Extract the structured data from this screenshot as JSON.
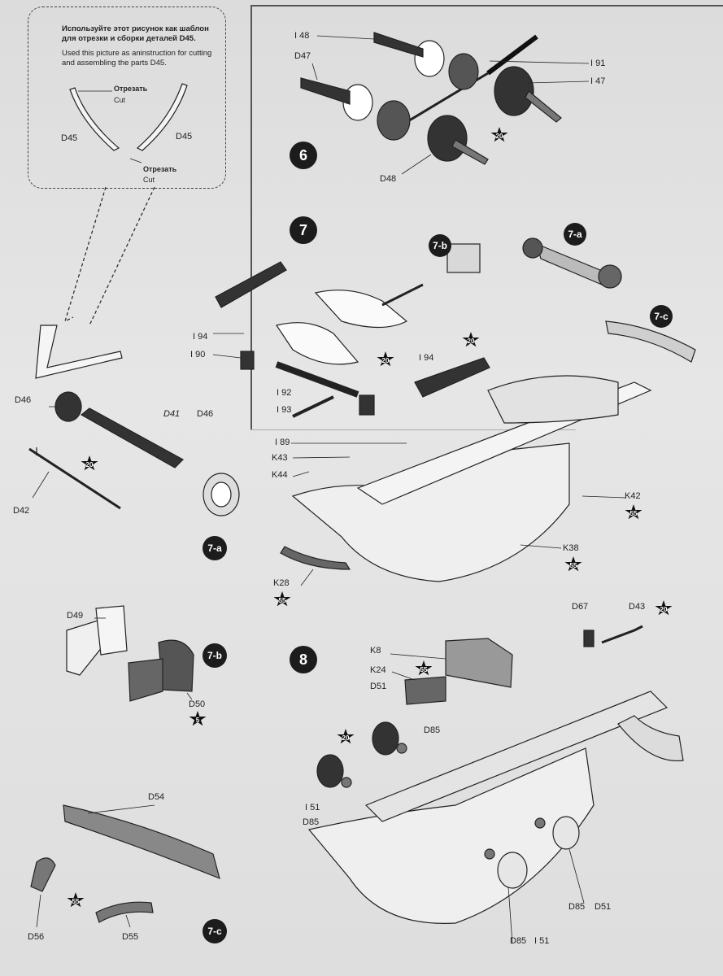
{
  "template_note": {
    "ru": "Используйте этот рисунок как шаблон для отрезки и сборки деталей D45.",
    "en": "Used this picture as aninstruction for cutting and assembling the parts D45.",
    "cut_ru": "Отрезать",
    "cut_en": "Cut",
    "part": "D45"
  },
  "steps": {
    "s6": "6",
    "s7": "7",
    "s8": "8",
    "s7a": "7-a",
    "s7b": "7-b",
    "s7c": "7-c"
  },
  "labels": {
    "step6": {
      "i48": "I 48",
      "d47": "D47",
      "i91": "I 91",
      "i47": "I 47",
      "d48": "D48",
      "badge": "20"
    },
    "step7": {
      "i94_left": "I 94",
      "i90": "I 90",
      "i92": "I 92",
      "i93": "I 93",
      "i94_right": "I 94",
      "i89": "I 89",
      "k43": "K43",
      "k44": "K44",
      "k42": "K42",
      "k38": "K38",
      "k28": "K28",
      "badge20": "20",
      "badge55": "55"
    },
    "step7a": {
      "d46_top": "D46",
      "d41": "D41",
      "d46_right": "D46",
      "d42": "D42",
      "badge": "20"
    },
    "step7b": {
      "d49": "D49",
      "d50": "D50",
      "badge": "5"
    },
    "step7c": {
      "d54": "D54",
      "d56": "D56",
      "d55": "D55",
      "badge": "55"
    },
    "step8": {
      "k8": "K8",
      "k24": "K24",
      "d51_top": "D51",
      "d85_top": "D85",
      "d67": "D67",
      "d43": "D43",
      "i51_left": "I 51",
      "d85_left": "D85",
      "d85_bottom": "D85",
      "i51_bottom": "I 51",
      "d85_right": "D85",
      "d51_right": "D51",
      "badge20": "20",
      "badge55": "55"
    }
  }
}
